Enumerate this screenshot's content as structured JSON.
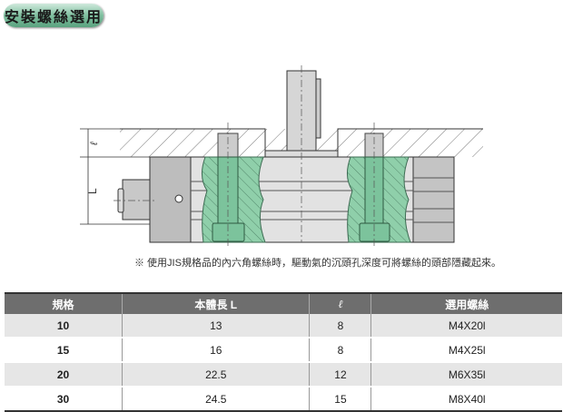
{
  "title": "安裝螺絲選用",
  "diagram": {
    "dim_l_small": "ℓ",
    "dim_L": "L",
    "accent_color": "#7cc39c"
  },
  "note": "※ 使用JIS規格品的內六角螺絲時，驅動氣的沉頭孔深度可將螺絲的頭部隱藏起來。",
  "table": {
    "headers": [
      "規格",
      "本體長 L",
      "ℓ",
      "選用螺絲"
    ],
    "rows": [
      [
        "10",
        "13",
        "8",
        "M4X20l"
      ],
      [
        "15",
        "16",
        "8",
        "M4X25l"
      ],
      [
        "20",
        "22.5",
        "12",
        "M6X35l"
      ],
      [
        "30",
        "24.5",
        "15",
        "M8X40l"
      ]
    ]
  }
}
